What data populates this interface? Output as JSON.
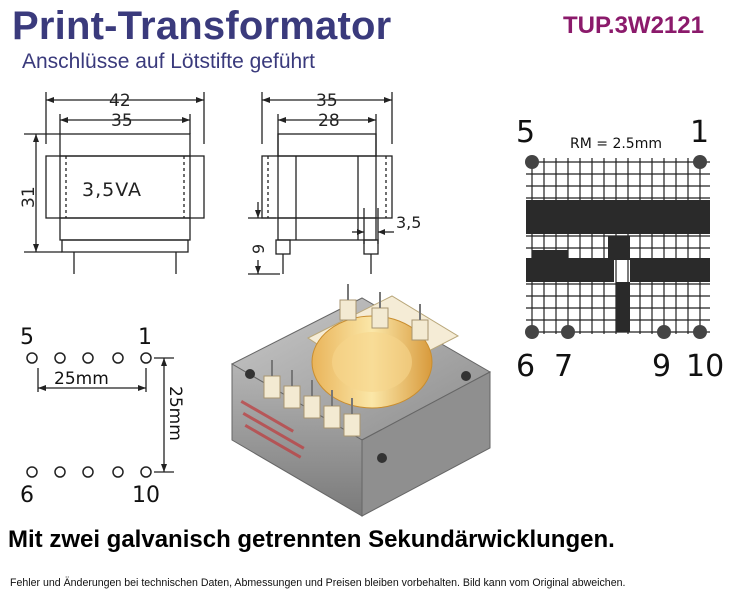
{
  "header": {
    "title": "Print-Transformator",
    "subtitle": "Anschlüsse auf Lötstifte geführt",
    "part_number": "TUP.3W2121"
  },
  "front_view": {
    "dim_overall_width": "42",
    "dim_inner_width": "35",
    "dim_height": "31",
    "rating_label": "3,5VA"
  },
  "side_view": {
    "dim_overall_width": "35",
    "dim_inner_width": "28",
    "dim_pin_spacing": "3,5",
    "dim_pin_length": "9"
  },
  "grid_diagram": {
    "pin_top_left": "5",
    "pin_top_right": "1",
    "pitch_label": "RM = 2.5mm",
    "pin_bottom_1": "6",
    "pin_bottom_2": "7",
    "pin_bottom_3": "9",
    "pin_bottom_4": "10"
  },
  "pin_layout": {
    "pin_top_left": "5",
    "pin_top_right": "1",
    "pin_bottom_left": "6",
    "pin_bottom_right": "10",
    "dim_horizontal": "25mm",
    "dim_vertical": "25mm"
  },
  "headline": "Mit zwei galvanisch getrennten Sekundärwicklungen.",
  "footer": "Fehler und Änderungen bei technischen Daten, Abmessungen und Preisen bleiben vorbehalten. Bild kann vom Original abweichen.",
  "colors": {
    "title": "#3a3a7c",
    "part_number": "#8b1a6b",
    "drawing": "#222222",
    "coil": "#f3d27a",
    "core": "#9a9a9a"
  }
}
